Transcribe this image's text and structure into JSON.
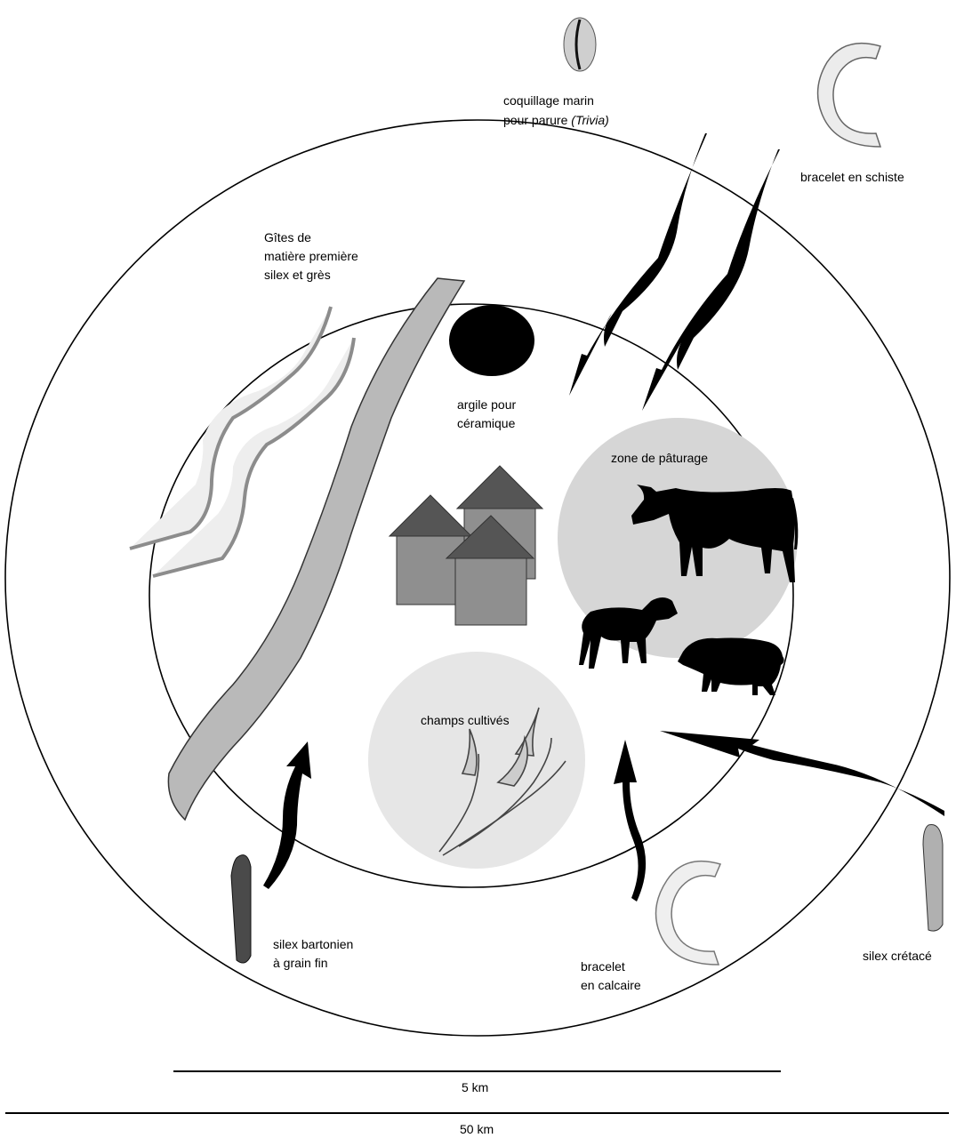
{
  "labels": {
    "coquillage_line1": "coquillage marin",
    "coquillage_line2": "pour parure",
    "coquillage_italic": "(Trivia)",
    "bracelet_schiste": "bracelet en schiste",
    "gites_line1": "Gîtes de",
    "gites_line2": "matière première",
    "gites_line3": "silex et grès",
    "argile_line1": "argile pour",
    "argile_line2": "céramique",
    "paturage": "zone de pâturage",
    "champs": "champs cultivés",
    "silex_bartonien_line1": "silex bartonien",
    "silex_bartonien_line2": "à grain fin",
    "bracelet_calcaire_line1": "bracelet",
    "bracelet_calcaire_line2": "en calcaire",
    "silex_cretace": "silex crétacé"
  },
  "scale": {
    "short_label": "5 km",
    "long_label": "50 km"
  },
  "colors": {
    "zone_gray": "#d6d6d6",
    "field_gray": "#e6e6e6",
    "river_gray": "#b9b9b9",
    "house_wall": "#8f8f8f",
    "house_roof": "#555555",
    "silhouette": "#000000"
  }
}
